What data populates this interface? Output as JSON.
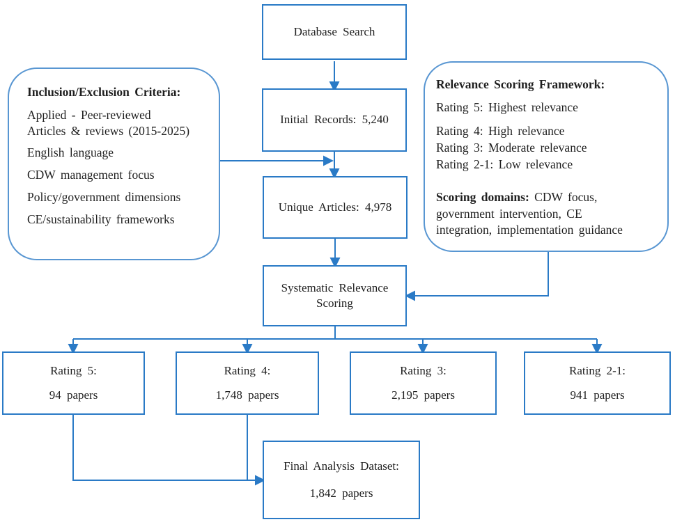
{
  "colors": {
    "box_border": "#2a7ac6",
    "rounded_box_border": "#5896d2",
    "connector": "#2a7ac6",
    "text": "#1f1f1f",
    "background": "#ffffff"
  },
  "flow_boxes": {
    "database_search": "Database Search",
    "initial_records": "Initial Records: 5,240",
    "unique_articles": "Unique Articles: 4,978",
    "systematic_scoring": "Systematic Relevance Scoring"
  },
  "criteria_box": {
    "title": "Inclusion/Exclusion Criteria:",
    "items": [
      "Applied - Peer-reviewed\nArticles & reviews (2015-2025)",
      "English language",
      "CDW management focus",
      "Policy/government dimensions",
      "CE/sustainability frameworks"
    ]
  },
  "framework_box": {
    "title": "Relevance Scoring Framework:",
    "rating_highest": "Rating 5: Highest relevance",
    "rating_lines": [
      "Rating 4: High relevance",
      "Rating 3: Moderate relevance",
      "Rating 2-1: Low relevance"
    ],
    "domains_label": "Scoring domains:",
    "domains_text": "CDW focus,\ngovernment intervention, CE\nintegration, implementation guidance"
  },
  "rating_boxes": [
    {
      "label": "Rating 5:",
      "count": "94 papers"
    },
    {
      "label": "Rating 4:",
      "count": "1,748 papers"
    },
    {
      "label": "Rating 3:",
      "count": "2,195 papers"
    },
    {
      "label": "Rating 2-1:",
      "count": "941 papers"
    }
  ],
  "final_box": {
    "label": "Final Analysis Dataset:",
    "count": "1,842 papers"
  }
}
